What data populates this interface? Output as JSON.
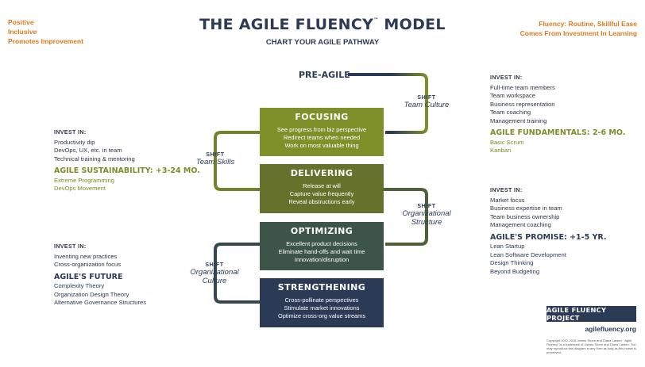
{
  "header": {
    "title": "THE AGILE FLUENCY",
    "tm": "™",
    "title_suffix": "MODEL",
    "subtitle": "CHART YOUR AGILE PATHWAY",
    "left_tags": [
      "Positive",
      "Inclusive",
      "Promotes Improvement"
    ],
    "right_tagline": [
      "Fluency: Routine, Skillful Ease",
      "Comes From Investment In Learning"
    ]
  },
  "pre_agile": "PRE-AGILE",
  "stages": [
    {
      "name": "FOCUSING",
      "color": "#7f8f2a",
      "lines": [
        "See progress from biz perspective",
        "Redirect teams when needed",
        "Work on most valuable thing"
      ]
    },
    {
      "name": "DELIVERING",
      "color": "#66722c",
      "lines": [
        "Release at will",
        "Capture value frequently",
        "Reveal obstructions early"
      ]
    },
    {
      "name": "OPTIMIZING",
      "color": "#3c5548",
      "lines": [
        "Excellent product decisions",
        "Eliminate hand-offs and wait time",
        "Innovation/disruption"
      ]
    },
    {
      "name": "STRENGTHENING",
      "color": "#2b3a55",
      "lines": [
        "Cross-pollinate perspectives",
        "Stimulate market innovations",
        "Optimize cross-org value streams"
      ]
    }
  ],
  "shifts": [
    {
      "label": "SHIFT",
      "value": "Team Culture"
    },
    {
      "label": "SHIFT",
      "value": "Team Skills"
    },
    {
      "label": "SHIFT",
      "value": "Organizational Structure"
    },
    {
      "label": "SHIFT",
      "value": "Organizational Culture"
    }
  ],
  "panels": {
    "fundamentals": {
      "invest_label": "INVEST IN:",
      "invest": [
        "Full-time team members",
        "Team workspace",
        "Business representation",
        "Team coaching",
        "Management training"
      ],
      "heading": "AGILE FUNDAMENTALS:",
      "duration": "2-6 MO.",
      "items": [
        "Basic Scrum",
        "Kanban"
      ]
    },
    "sustainability": {
      "invest_label": "INVEST IN:",
      "invest": [
        "Productivity dip",
        "DevOps, UX, etc. in team",
        "Technical training & mentoring"
      ],
      "heading": "AGILE SUSTAINABILITY:",
      "duration": "+3-24 MO.",
      "items": [
        "Extreme Programming",
        "DevOps Movement"
      ]
    },
    "promise": {
      "invest_label": "INVEST IN:",
      "invest": [
        "Market focus",
        "Business expertise in team",
        "Team business ownership",
        "Management coaching"
      ],
      "heading": "AGILE'S PROMISE:",
      "duration": "+1-5 YR.",
      "items": [
        "Lean Startup",
        "Lean Software Development",
        "Design Thinking",
        "Beyond Budgeting"
      ]
    },
    "future": {
      "invest_label": "INVEST IN:",
      "invest": [
        "Inventing new practices",
        "Cross-organization focus"
      ],
      "heading": "AGILE'S FUTURE",
      "items": [
        "Complexity Theory",
        "Organization Design Theory",
        "Alternative Governance Structures"
      ]
    }
  },
  "footer": {
    "project": "AGILE FLUENCY PROJECT",
    "url": "agilefluency.org",
    "copyright": "Copyright 2012-2018 James Shore and Diana Larsen. \"Agile Fluency\" is a trademark of James Shore and Diana Larsen. You may reproduce this diagram in any form as long as this notice is preserved."
  },
  "colors": {
    "olive": "#7f8f2a",
    "navy": "#2b3a55",
    "orange": "#e07a1f",
    "green_text": "#7c8e28"
  }
}
